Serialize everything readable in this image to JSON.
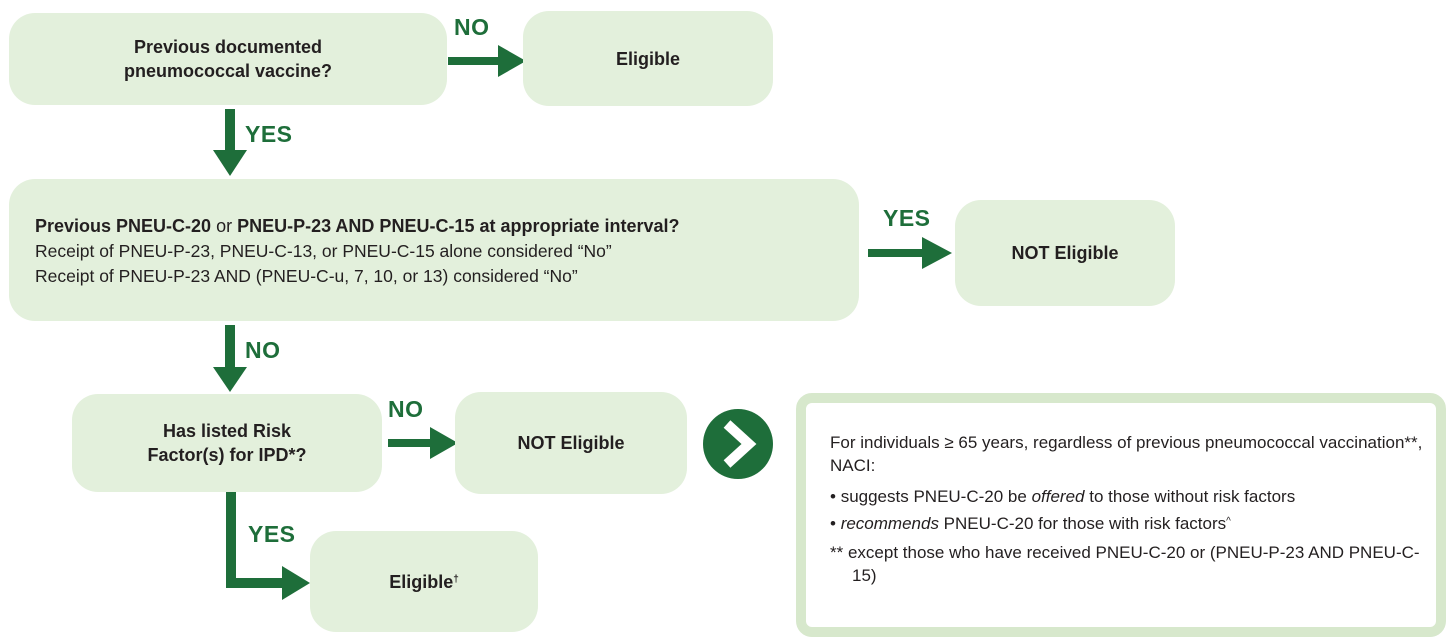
{
  "colors": {
    "box_fill": "#e3f0dc",
    "accent_green": "#1e6e3a",
    "panel_border": "#d7e8cc",
    "text": "#231f20"
  },
  "question1": {
    "line1": "Previous documented",
    "line2": "pneumococcal vaccine?"
  },
  "outcome1": "Eligible",
  "labels": {
    "no1": "NO",
    "yes1": "YES",
    "yes2": "YES",
    "no2": "NO",
    "no3": "NO",
    "yes3": "YES"
  },
  "question2": {
    "bold_a": "Previous PNEU-C-20",
    "connector": " or ",
    "bold_b": "PNEU-P-23 AND PNEU-C-15 at appropriate interval?",
    "sub1": "Receipt of PNEU-P-23, PNEU-C-13, or PNEU-C-15 alone considered “No”",
    "sub2": "Receipt of  PNEU-P-23 AND (PNEU-C-u, 7, 10, or 13) considered “No”"
  },
  "outcome2": "NOT Eligible",
  "question3": {
    "line1": "Has listed Risk",
    "line2": "Factor(s) for IPD*?"
  },
  "outcome3": "NOT Eligible",
  "outcome4": {
    "text": "Eligible",
    "mark": "†"
  },
  "play_icon": "play-arrow-icon",
  "note": {
    "intro": "For individuals ≥ 65 years, regardless of previous pneumococcal vaccination**, NACI:",
    "bullet1_pre": "suggests PNEU-C-20 be ",
    "bullet1_em": "offered",
    "bullet1_post": " to those without risk factors",
    "bullet2_em": "recommends",
    "bullet2_post": " PNEU-C-20 for those with risk factors",
    "bullet2_mark": "^",
    "footnote": "** except those who have received PNEU-C-20 or (PNEU-P-23 AND PNEU-C-15)"
  }
}
